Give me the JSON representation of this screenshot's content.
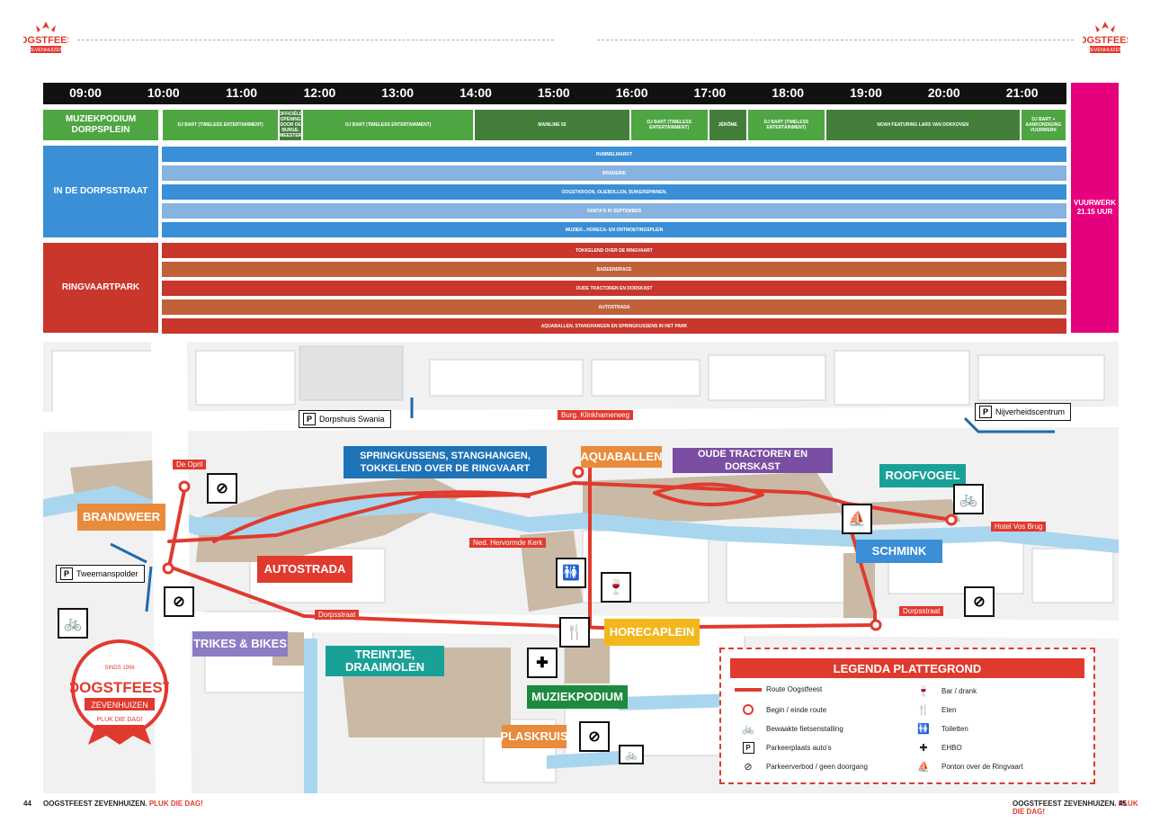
{
  "brand": {
    "logo_text": "OOGSTFEEST",
    "logo_sub": "ZEVENHUIZEN",
    "logo_tagline": "PLUK DIE DAG!",
    "logo_since": "SINDS 1996"
  },
  "colors": {
    "green": "#4ea642",
    "green_dark": "#437f3b",
    "blue": "#3a8fd6",
    "blue_light": "#86b3e0",
    "red": "#c8362c",
    "brown": "#c0613a",
    "pink": "#e6007e",
    "route": "#e03a2e"
  },
  "schedule": {
    "times": [
      "09:00",
      "10:00",
      "11:00",
      "12:00",
      "13:00",
      "14:00",
      "15:00",
      "16:00",
      "17:00",
      "18:00",
      "19:00",
      "20:00",
      "21:00"
    ],
    "rows": {
      "muziekpodium": "MUZIEKPODIUM DORPSPLEIN",
      "dorpsstraat": "IN DE DORPSSTRAAT",
      "ringvaartpark": "RINGVAARTPARK"
    },
    "muziek_segments": [
      {
        "label": "DJ BART (TIMELESS ENTERTAINMENT)",
        "start": 10.0,
        "end": 11.5,
        "color": "#4ea642"
      },
      {
        "label": "OFFICIËLE OPENING DOOR DE BURGE-MEESTER",
        "start": 11.5,
        "end": 11.8,
        "color": "#437f3b"
      },
      {
        "label": "DJ BART (TIMELESS ENTERTAINMENT)",
        "start": 11.8,
        "end": 14.0,
        "color": "#4ea642"
      },
      {
        "label": "MAINLINE 55",
        "start": 14.0,
        "end": 16.0,
        "color": "#437f3b"
      },
      {
        "label": "DJ BART (TIMELESS ENTERTAINMENT)",
        "start": 16.0,
        "end": 17.0,
        "color": "#4ea642"
      },
      {
        "label": "JÉRÔME",
        "start": 17.0,
        "end": 17.5,
        "color": "#437f3b"
      },
      {
        "label": "DJ BART (TIMELESS ENTERTAINMENT)",
        "start": 17.5,
        "end": 18.5,
        "color": "#4ea642"
      },
      {
        "label": "NOAH FEATURING LARS VAN DOKKOVEN",
        "start": 18.5,
        "end": 21.0,
        "color": "#437f3b"
      },
      {
        "label": "DJ BART + AANKONDIGING VUURWERK",
        "start": 21.0,
        "end": 21.6,
        "color": "#4ea642"
      }
    ],
    "dorpsstraat_items": [
      {
        "label": "RUMMELMARKT",
        "color": "#3a8fd6"
      },
      {
        "label": "BRADERIE",
        "color": "#86b3e0"
      },
      {
        "label": "OOGSTKROON, OLIEBOLLEN, SUIKERSPINNEN,",
        "color": "#3a8fd6"
      },
      {
        "label": "SANTA'S IN SEPTEMBER",
        "color": "#86b3e0"
      },
      {
        "label": "MUZIEK-, HORECA- EN ONTMOETINGSPLEIN",
        "color": "#3a8fd6"
      }
    ],
    "ringvaart_items": [
      {
        "label": "TOKKELEND OVER DE RINGVAART",
        "color": "#c8362c"
      },
      {
        "label": "BADEENDRACE",
        "color": "#c0613a"
      },
      {
        "label": "OUDE TRACTOREN EN DORSKAST",
        "color": "#c8362c"
      },
      {
        "label": "AUTOSTRADA",
        "color": "#c0613a"
      },
      {
        "label": "AQUABALLEN, STANGHANGEN EN SPRINGKUSSENS IN HET PARK",
        "color": "#c8362c"
      }
    ],
    "vuurwerk": "VUURWERK 21.15 UUR"
  },
  "map": {
    "callouts": {
      "brandweer": "BRANDWEER",
      "autostrada": "AUTOSTRADA",
      "springkussens": "SPRINGKUSSENS, STANGHANGEN, TOKKELEND OVER DE RINGVAART",
      "aquaballen": "AQUABALLEN",
      "tractoren": "OUDE TRACTOREN EN DORSKAST",
      "roofvogel": "ROOFVOGEL",
      "schmink": "SCHMINK",
      "trikes": "TRIKES & BIKES",
      "treintje": "TREINTJE, DRAAIMOLEN",
      "horecaplein": "HORECAPLEIN",
      "muziekpodium": "MUZIEKPODIUM",
      "plaskruis": "PLASKRUIS"
    },
    "streets": {
      "de_opril": "De Opril",
      "klinkhamerweg": "Burg. Klinkhamerweg",
      "kerk": "Ned. Hervormde Kerk",
      "dorpsstraat_1": "Dorpsstraat",
      "dorpsstraat_2": "Dorpsstraat",
      "hotel": "Hotel Vos Brug"
    },
    "parking": {
      "dorpshuis": "Dorpshuis Swania",
      "tweemans": "Tweemanspolder",
      "nijverheid": "Nijverheidscentrum",
      "p": "P"
    }
  },
  "legend": {
    "title": "LEGENDA PLATTEGROND",
    "items_left": [
      "Route Oogstfeest",
      "Begin / einde route",
      "Bewaakte fietsenstalling",
      "Parkeerplaats auto's",
      "Parkeerverbod / geen doorgang"
    ],
    "items_right": [
      "Bar / drank",
      "Eten",
      "Toiletten",
      "EHBO",
      "Ponton over de Ringvaart"
    ]
  },
  "footer": {
    "left_page": "44",
    "left_text": "OOGSTFEEST ZEVENHUIZEN.",
    "left_accent": "PLUK DIE DAG!",
    "right_text": "OOGSTFEEST ZEVENHUIZEN.",
    "right_accent": "PLUK DIE DAG!",
    "right_page": "45"
  }
}
